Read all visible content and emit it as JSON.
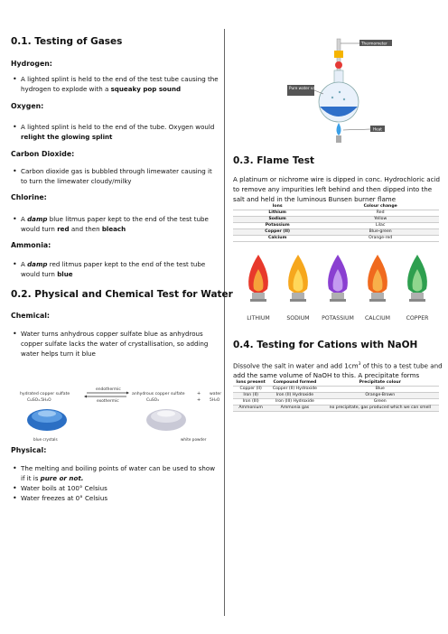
{
  "left": {
    "s1_title": "0.1. Testing of Gases",
    "h_hydrogen": "Hydrogen:",
    "hydrogen_1": "A lighted splint is held to the end of the test tube causing the hydrogen to explode with a ",
    "hydrogen_b": "squeaky pop sound",
    "h_oxygen": "Oxygen:",
    "oxygen_1": "A lighted splint is held to the end of the tube. Oxygen would ",
    "oxygen_b": "relight the glowing splint",
    "h_co2": "Carbon Dioxide:",
    "co2_1": "Carbon dioxide gas is bubbled through limewater causing it to turn the limewater cloudy/milky",
    "h_chlorine": "Chlorine:",
    "chl_a": "A ",
    "chl_damp": "damp",
    "chl_b": " blue litmus paper kept to the end of the test tube would turn ",
    "chl_red": "red",
    "chl_c": " and then ",
    "chl_bleach": "bleach",
    "h_ammonia": "Ammonia:",
    "amm_a": "A ",
    "amm_damp": "damp",
    "amm_b": " red litmus paper kept to the end of the test tube would turn ",
    "amm_blue": "blue",
    "s2_title": "0.2. Physical and Chemical Test for Water",
    "h_chemical": "Chemical:",
    "chem_1": "Water turns anhydrous copper sulfate blue as anhydrous copper sulfate lacks the water of crystallisation, so adding water helps turn it blue",
    "diagram": {
      "hydrated": "hydrated copper sulfate",
      "hydrated_f": "CuSO₄.5H₂O",
      "endo": "endothermic",
      "exo": "exothermic",
      "anhydrous": "anhydrous copper sulfate",
      "anhydrous_f": "CuSO₄",
      "plus": "+",
      "water": "water",
      "water_f": "5H₂O",
      "blue_crystals": "blue crystals",
      "white_powder": "white powder"
    },
    "h_physical": "Physical:",
    "phys_1a": "The melting and boiling points of water can be used to show if it is ",
    "phys_1b": "pure or not.",
    "phys_2": "Water boils at 100° Celsius",
    "phys_3": "Water freezes at 0° Celsius"
  },
  "right": {
    "apparatus": {
      "thermometer": "Thermometer",
      "vapour": "Pure water vapour",
      "heat": "Heat"
    },
    "s3_title": "0.3. Flame Test",
    "flame_text": "A platinum or nichrome wire is dipped in conc. Hydrochloric acid to remove any impurities left behind and then dipped into the salt and held in the luminous Bunsen burner flame",
    "flame_table": {
      "headers": [
        "Ions",
        "Colour change"
      ],
      "rows": [
        [
          "Lithium",
          "Red"
        ],
        [
          "Sodium",
          "Yellow"
        ],
        [
          "Potassium",
          "Lilac"
        ],
        [
          "Copper (II)",
          "Blue-green"
        ],
        [
          "Calcium",
          "Orange-red"
        ]
      ]
    },
    "flames": [
      {
        "label": "LITHIUM",
        "color": "#e8392b",
        "inner": "#f6a13a"
      },
      {
        "label": "SODIUM",
        "color": "#f6a71d",
        "inner": "#ffd75a"
      },
      {
        "label": "POTASSIUM",
        "color": "#8a3fd1",
        "inner": "#c49af0"
      },
      {
        "label": "CALCIUM",
        "color": "#f06a1e",
        "inner": "#f8b04a"
      },
      {
        "label": "COPPER",
        "color": "#2e9f4f",
        "inner": "#8fd68e"
      }
    ],
    "s4_title": "0.4. Testing for Cations with NaOH",
    "naoh_text_a": "Dissolve the salt in water and add 1cm",
    "naoh_sup": "3",
    "naoh_text_b": " of this to a test tube and add the same volume of NaOH to this. A precipitate forms",
    "naoh_table": {
      "headers": [
        "Ions present",
        "Compound formed",
        "Precipitate colour"
      ],
      "rows": [
        [
          "Copper (II)",
          "Copper (II) Hydroxide",
          "Blue"
        ],
        [
          "Iron (II)",
          "Iron (II) Hydroxide",
          "Orange-Brown"
        ],
        [
          "Iron (III)",
          "Iron (III) Hydroxide",
          "Green"
        ],
        [
          "Ammonium",
          "Ammonia gas",
          "no precipitate, gas produced which we can smell"
        ]
      ]
    }
  }
}
